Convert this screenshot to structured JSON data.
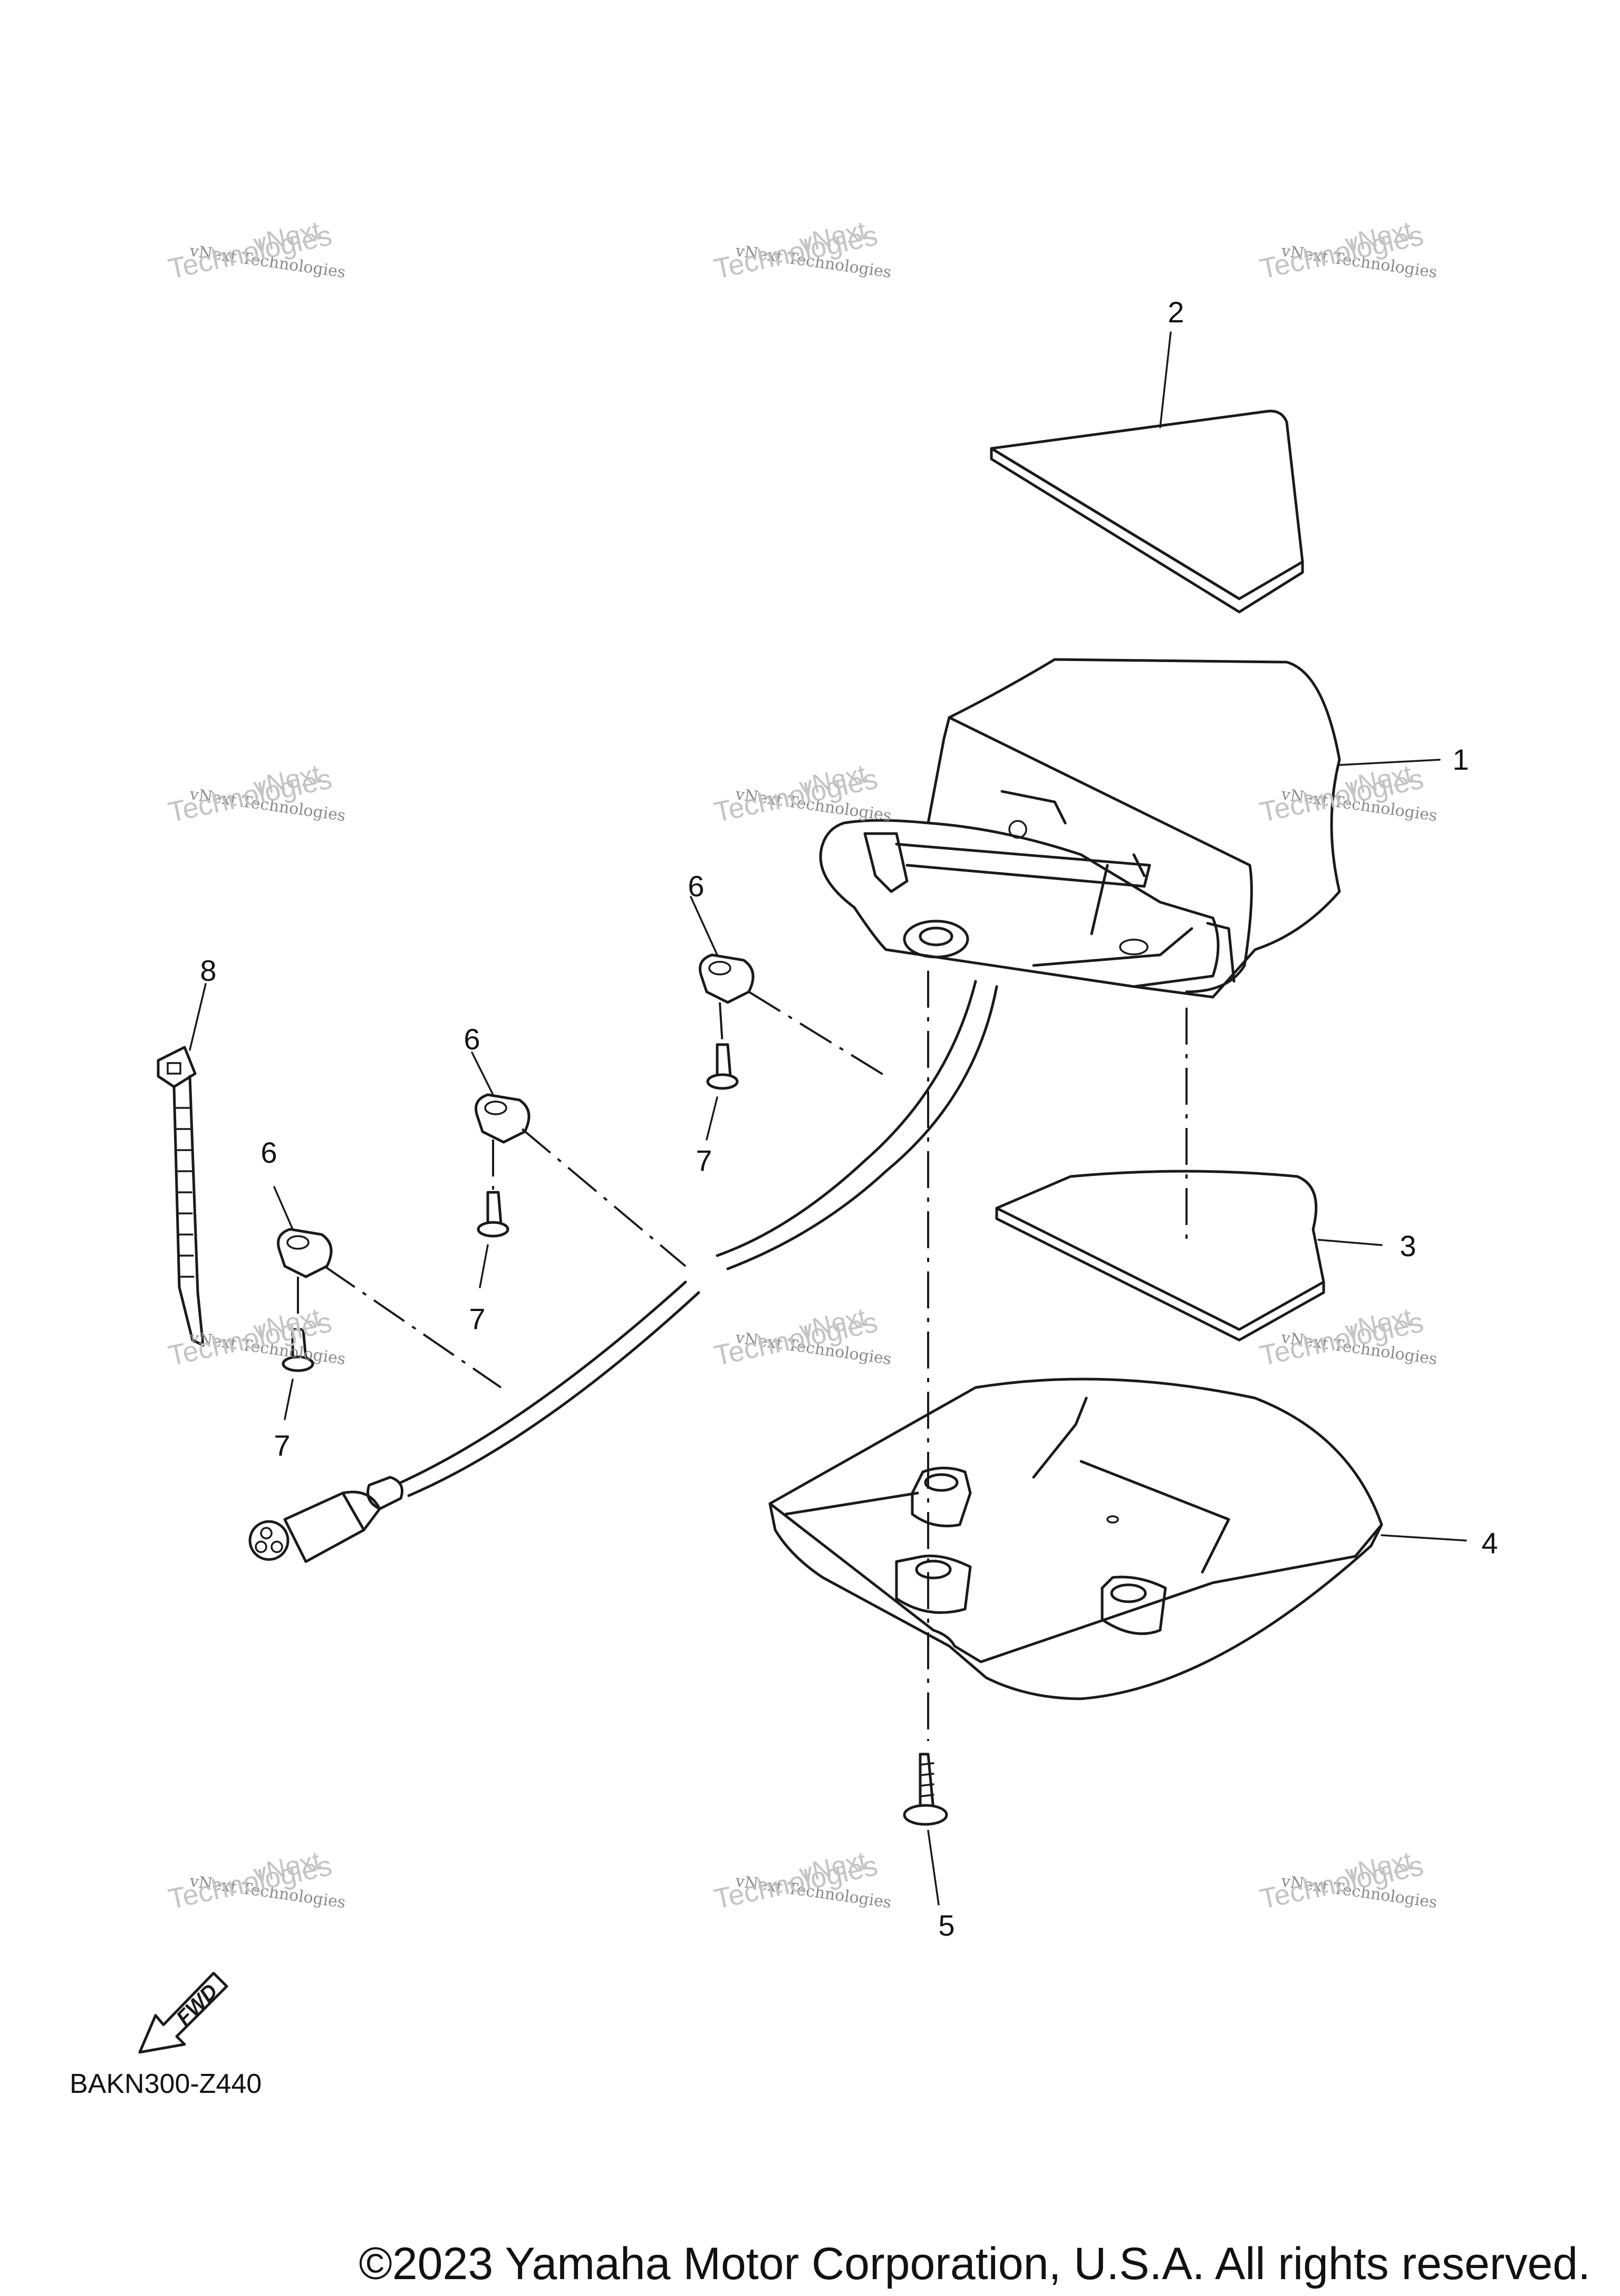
{
  "diagram_code": "BAKN300-Z440",
  "copyright": "©2023 Yamaha Motor Corporation, U.S.A. All rights reserved.",
  "fwd_arrow_label": "FWD",
  "watermark": {
    "line_small": "vNext Technologies",
    "line_big": "Technologies",
    "line_over": "vNext",
    "count": 12
  },
  "callouts": [
    {
      "id": "1",
      "text": "1"
    },
    {
      "id": "2",
      "text": "2"
    },
    {
      "id": "3",
      "text": "3"
    },
    {
      "id": "4",
      "text": "4"
    },
    {
      "id": "5",
      "text": "5"
    },
    {
      "id": "6a",
      "text": "6"
    },
    {
      "id": "6b",
      "text": "6"
    },
    {
      "id": "6c",
      "text": "6"
    },
    {
      "id": "7a",
      "text": "7"
    },
    {
      "id": "7b",
      "text": "7"
    },
    {
      "id": "7c",
      "text": "7"
    },
    {
      "id": "8",
      "text": "8"
    }
  ],
  "colors": {
    "line": "#1a1a1a",
    "watermark": "#8a8a8a"
  }
}
